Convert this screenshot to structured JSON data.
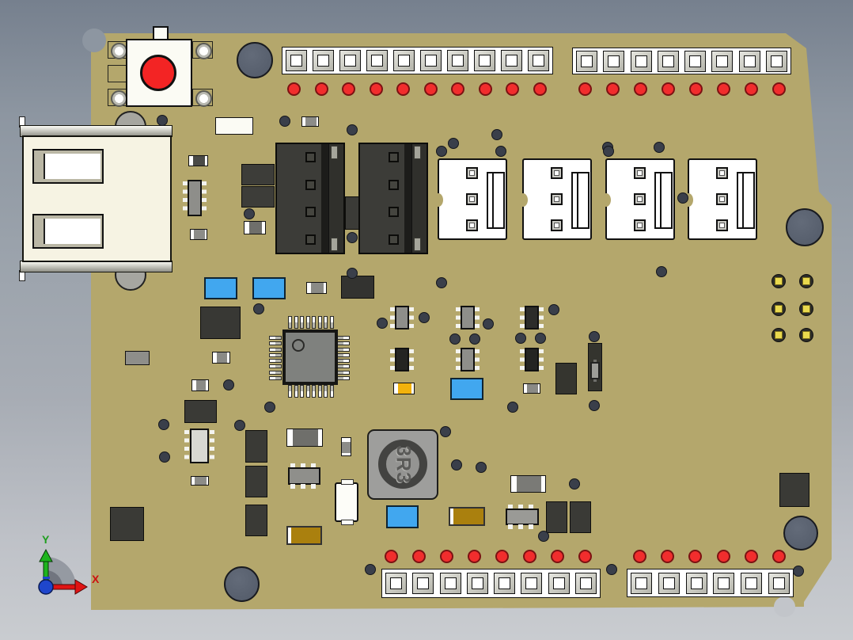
{
  "viewport": {
    "description": "3D CAD render of a microcontroller PCB",
    "axis": {
      "x_label": "X",
      "y_label": "Y",
      "x_color": "#cc1111",
      "y_color": "#1f9e1f",
      "origin_color": "#1f46cc"
    }
  },
  "board": {
    "color": "#b4a76c",
    "outline_color": "#14140f",
    "background_top": "#76808e",
    "background_bottom": "#c9ccd0",
    "led_color": "#f12d2d",
    "capacitor_blue": "#41a7ef",
    "gold_pad_color": "#e9d94e",
    "headers": {
      "top_left": {
        "pins": 10
      },
      "top_right": {
        "pins": 8
      },
      "bottom_left": {
        "pins": 8
      },
      "bottom_right": {
        "pins": 6
      }
    },
    "led_rows": {
      "top_left": {
        "count": 10
      },
      "top_right": {
        "count": 8
      },
      "bottom_left": {
        "count": 8
      },
      "bottom_right": {
        "count": 6
      }
    },
    "black_connector": {
      "square_holes": 4
    },
    "white_connector": {
      "pads": 3
    },
    "qfp": {
      "pins_per_side": 8
    },
    "inductor": {
      "label": "3R3"
    }
  }
}
